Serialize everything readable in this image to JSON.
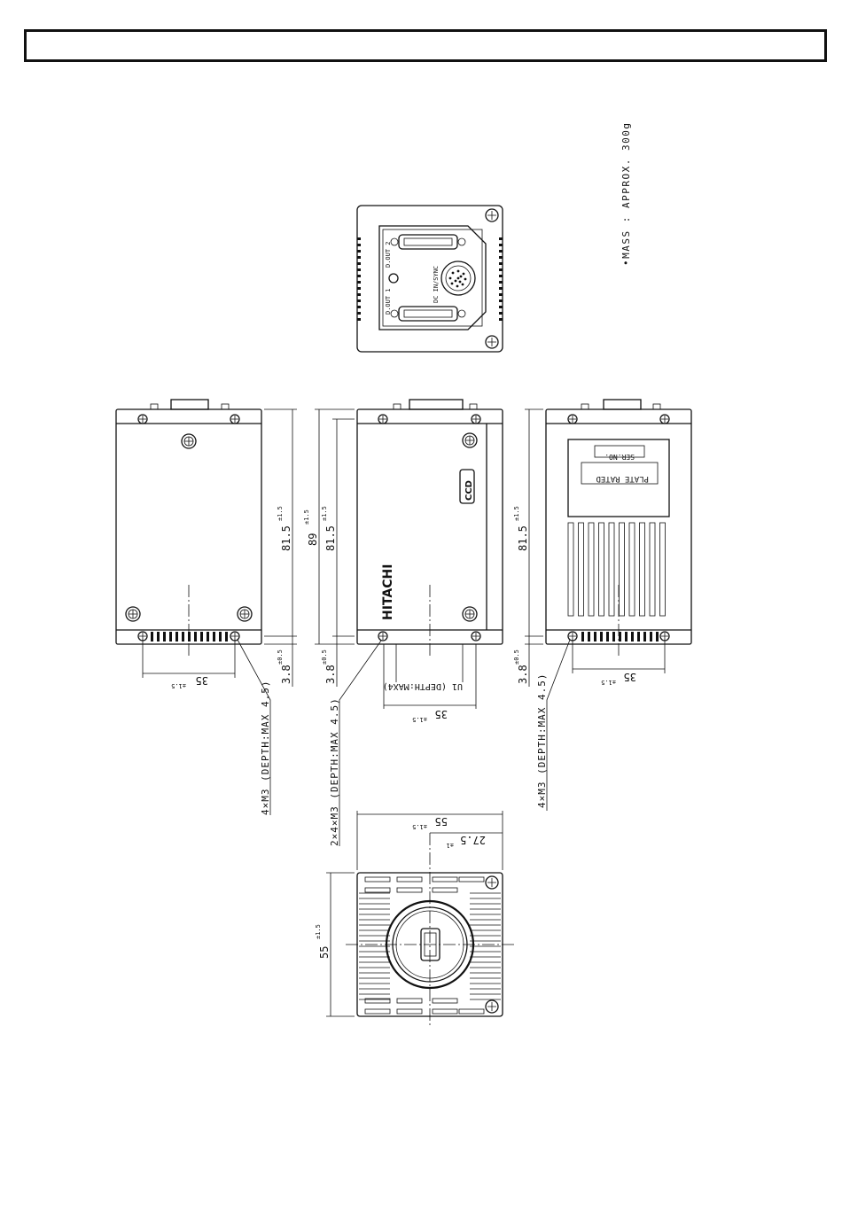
{
  "title_box": {
    "text": ""
  },
  "mass_note": "•MASS : APPROX. 300g",
  "rear_panel": {
    "dout2": "D.OUT 2",
    "dout1": "D.OUT 1",
    "dc_in": "DC IN/SYNC"
  },
  "left_view": {
    "height_dim": "81.5",
    "height_tol": "±1.5",
    "bottom_dim": "3.8",
    "bottom_tol": "±0.5",
    "width_dim": "35",
    "width_tol": "±1.5",
    "thread_note": "4×M3 (DEPTH:MAX 4.5)"
  },
  "center_view": {
    "overall_dim": "89",
    "overall_tol": "±1.5",
    "height_dim": "81.5",
    "height_tol": "±1.5",
    "bottom_dim": "3.8",
    "bottom_tol": "±0.5",
    "thread_note": "2×4×M3 (DEPTH:MAX 4.5)",
    "u1_note": "U1 (DEPTH:MAX4)",
    "width_dim": "35",
    "width_tol": "±1.5",
    "brand": "HITACHI",
    "logo": "CCD"
  },
  "right_view": {
    "height_dim": "81.5",
    "height_tol": "±1.5",
    "bottom_dim": "3.8",
    "bottom_tol": "±0.5",
    "width_dim": "35",
    "width_tol": "±1.5",
    "thread_note": "4×M3 (DEPTH:MAX 4.5)",
    "ser_no": "SER.NO.",
    "plate": "PLATE RATED"
  },
  "front_view": {
    "width_dim": "55",
    "width_tol": "±1.5",
    "half_dim": "27.5",
    "half_tol": "±1",
    "height_dim": "55",
    "height_tol": "±1.5"
  }
}
